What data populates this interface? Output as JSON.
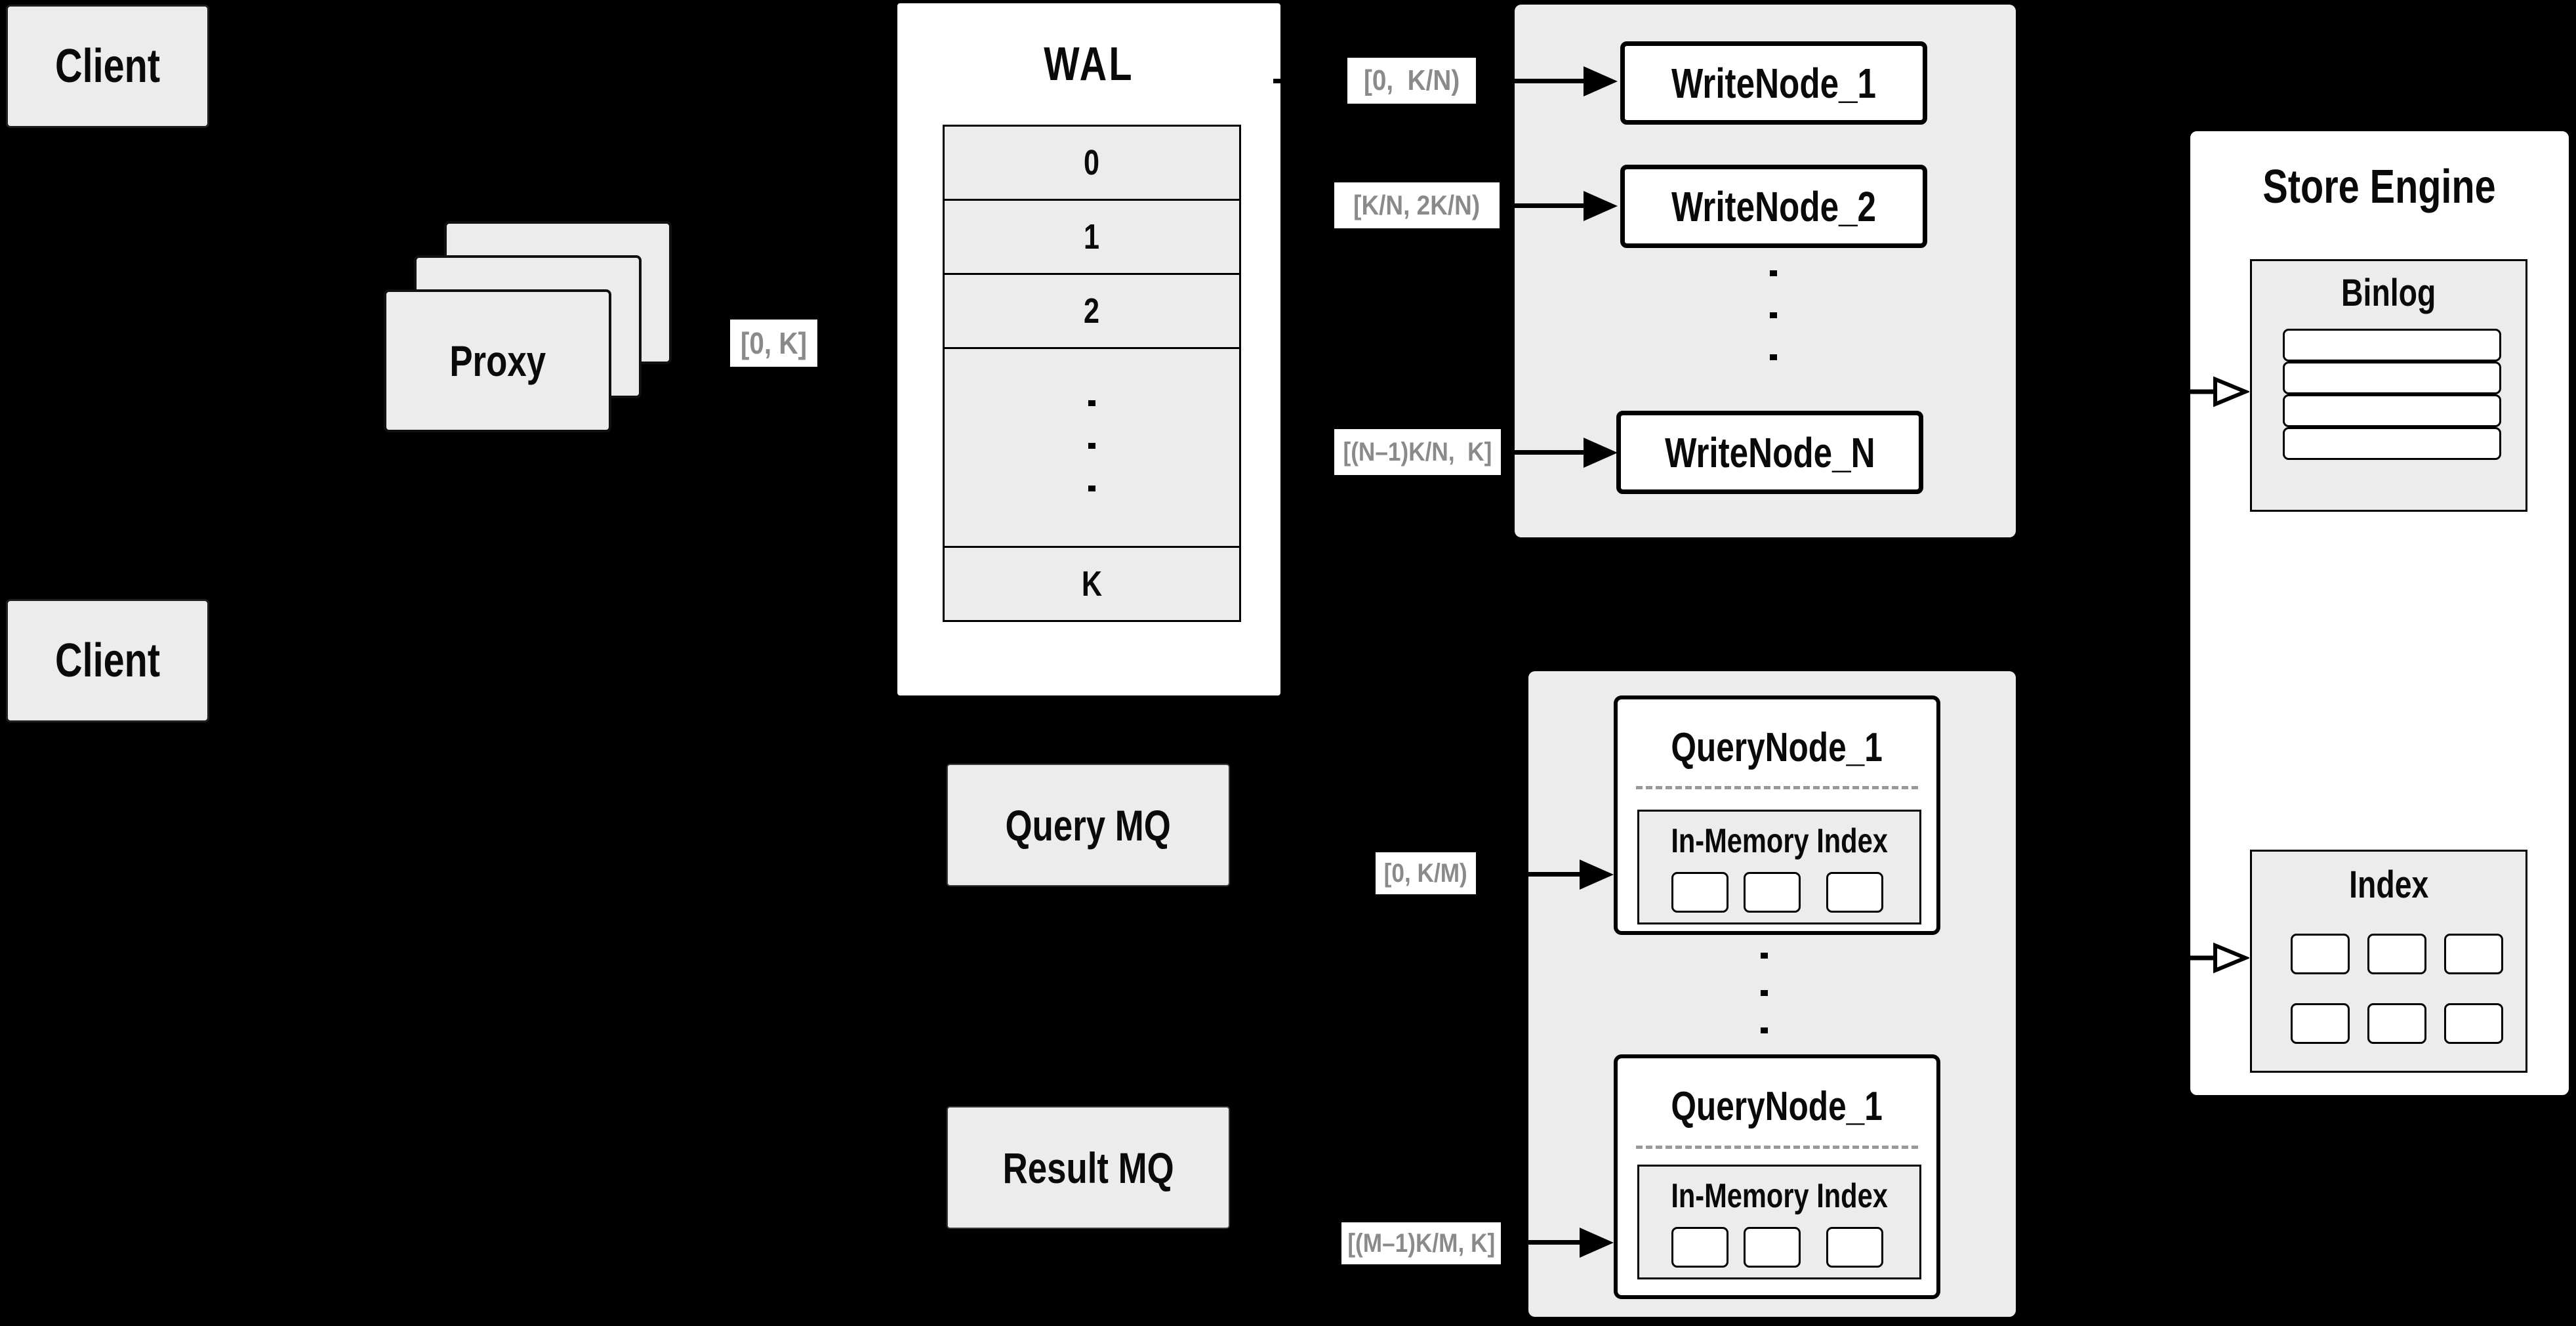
{
  "colors": {
    "background": "#000000",
    "panel_gray": "#ececec",
    "box_white": "#ffffff",
    "border_black": "#000000",
    "range_label_text": "#8a8a8a",
    "dashed_line": "#999999"
  },
  "clients": {
    "top": "Client",
    "bottom": "Client"
  },
  "proxy": {
    "label": "Proxy",
    "range": "[0, K]"
  },
  "wal": {
    "title": "WAL",
    "rows": [
      "0",
      "1",
      "2"
    ],
    "last_row": "K"
  },
  "write": {
    "labels": [
      "[0,  K/N)",
      "[K/N, 2K/N)",
      "[(N–1)K/N,  K]"
    ],
    "nodes": [
      "WriteNode_1",
      "WriteNode_2",
      "WriteNode_N"
    ]
  },
  "query": {
    "mq": {
      "query": "Query MQ",
      "result": "Result MQ"
    },
    "labels": [
      "[0, K/M)",
      "[(M–1)K/M, K]"
    ],
    "nodes": [
      {
        "title": "QueryNode_1",
        "inner": "In-Memory Index"
      },
      {
        "title": "QueryNode_1",
        "inner": "In-Memory Index"
      }
    ]
  },
  "store": {
    "title": "Store Engine",
    "binlog": "Binlog",
    "index": "Index"
  }
}
